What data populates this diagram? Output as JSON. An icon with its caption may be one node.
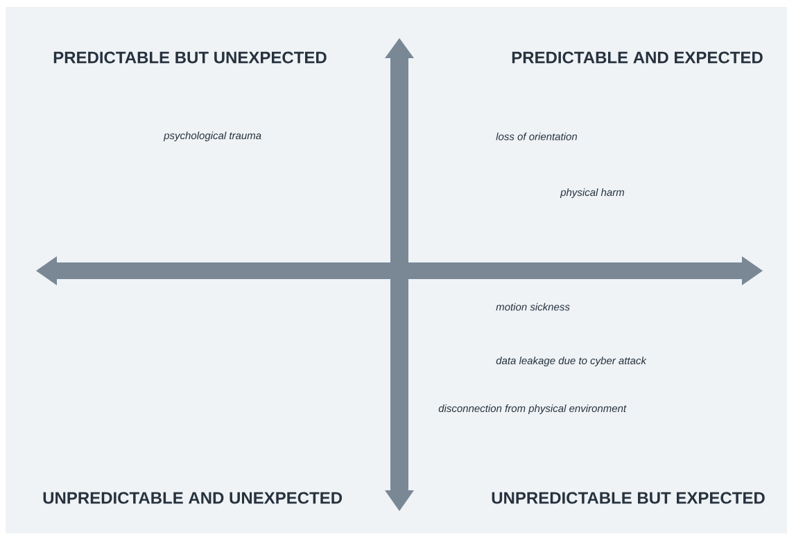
{
  "diagram": {
    "labels": [
      "PREDICTABLE BUT UNEXPECTED",
      "PREDICTABLE AND EXPECTED",
      "psychological trauma",
      "loss of orientation",
      "physical harm",
      "motion sickness",
      "data leakage due to cyber attack",
      "disconnection from physical environment",
      "UNPREDICTABLE AND UNEXPECTED",
      "UNPREDICTABLE BUT EXPECTED"
    ]
  }
}
